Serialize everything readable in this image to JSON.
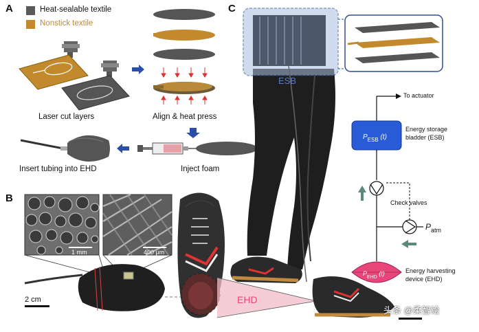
{
  "panels": {
    "a": "A",
    "b": "B",
    "c": "C"
  },
  "legend": {
    "heat_sealable": "Heat-sealable textile",
    "nonstick": "Nonstick textile",
    "heat_sealable_color": "#5a5a5a",
    "nonstick_color": "#c28a2c"
  },
  "steps": {
    "laser": "Laser cut layers",
    "align": "Align & heat press",
    "foam": "Inject foam",
    "tubing": "Insert tubing into EHD"
  },
  "panel_b": {
    "scale_1mm": "1 mm",
    "scale_400um": "400 μm",
    "scale_2cm": "2 cm"
  },
  "panel_c": {
    "esb_label": "ESB",
    "ehd_label": "EHD",
    "to_actuator": "To actuator",
    "esb_p": "P",
    "esb_sub": "ESB",
    "esb_t": "(t)",
    "esb_desc_1": "Energy storage",
    "esb_desc_2": "bladder (ESB)",
    "check_valves": "Check valves",
    "patm_p": "P",
    "patm_sub": "atm",
    "ehd_p": "P",
    "ehd_sub": "EHD",
    "ehd_t": "(t)",
    "ehd_desc_1": "Energy harvesting",
    "ehd_desc_2": "device (EHD)",
    "watermark": "头条 @柔智绘",
    "esb_color": "#2a5bd7",
    "ehd_color": "#e8467a"
  }
}
